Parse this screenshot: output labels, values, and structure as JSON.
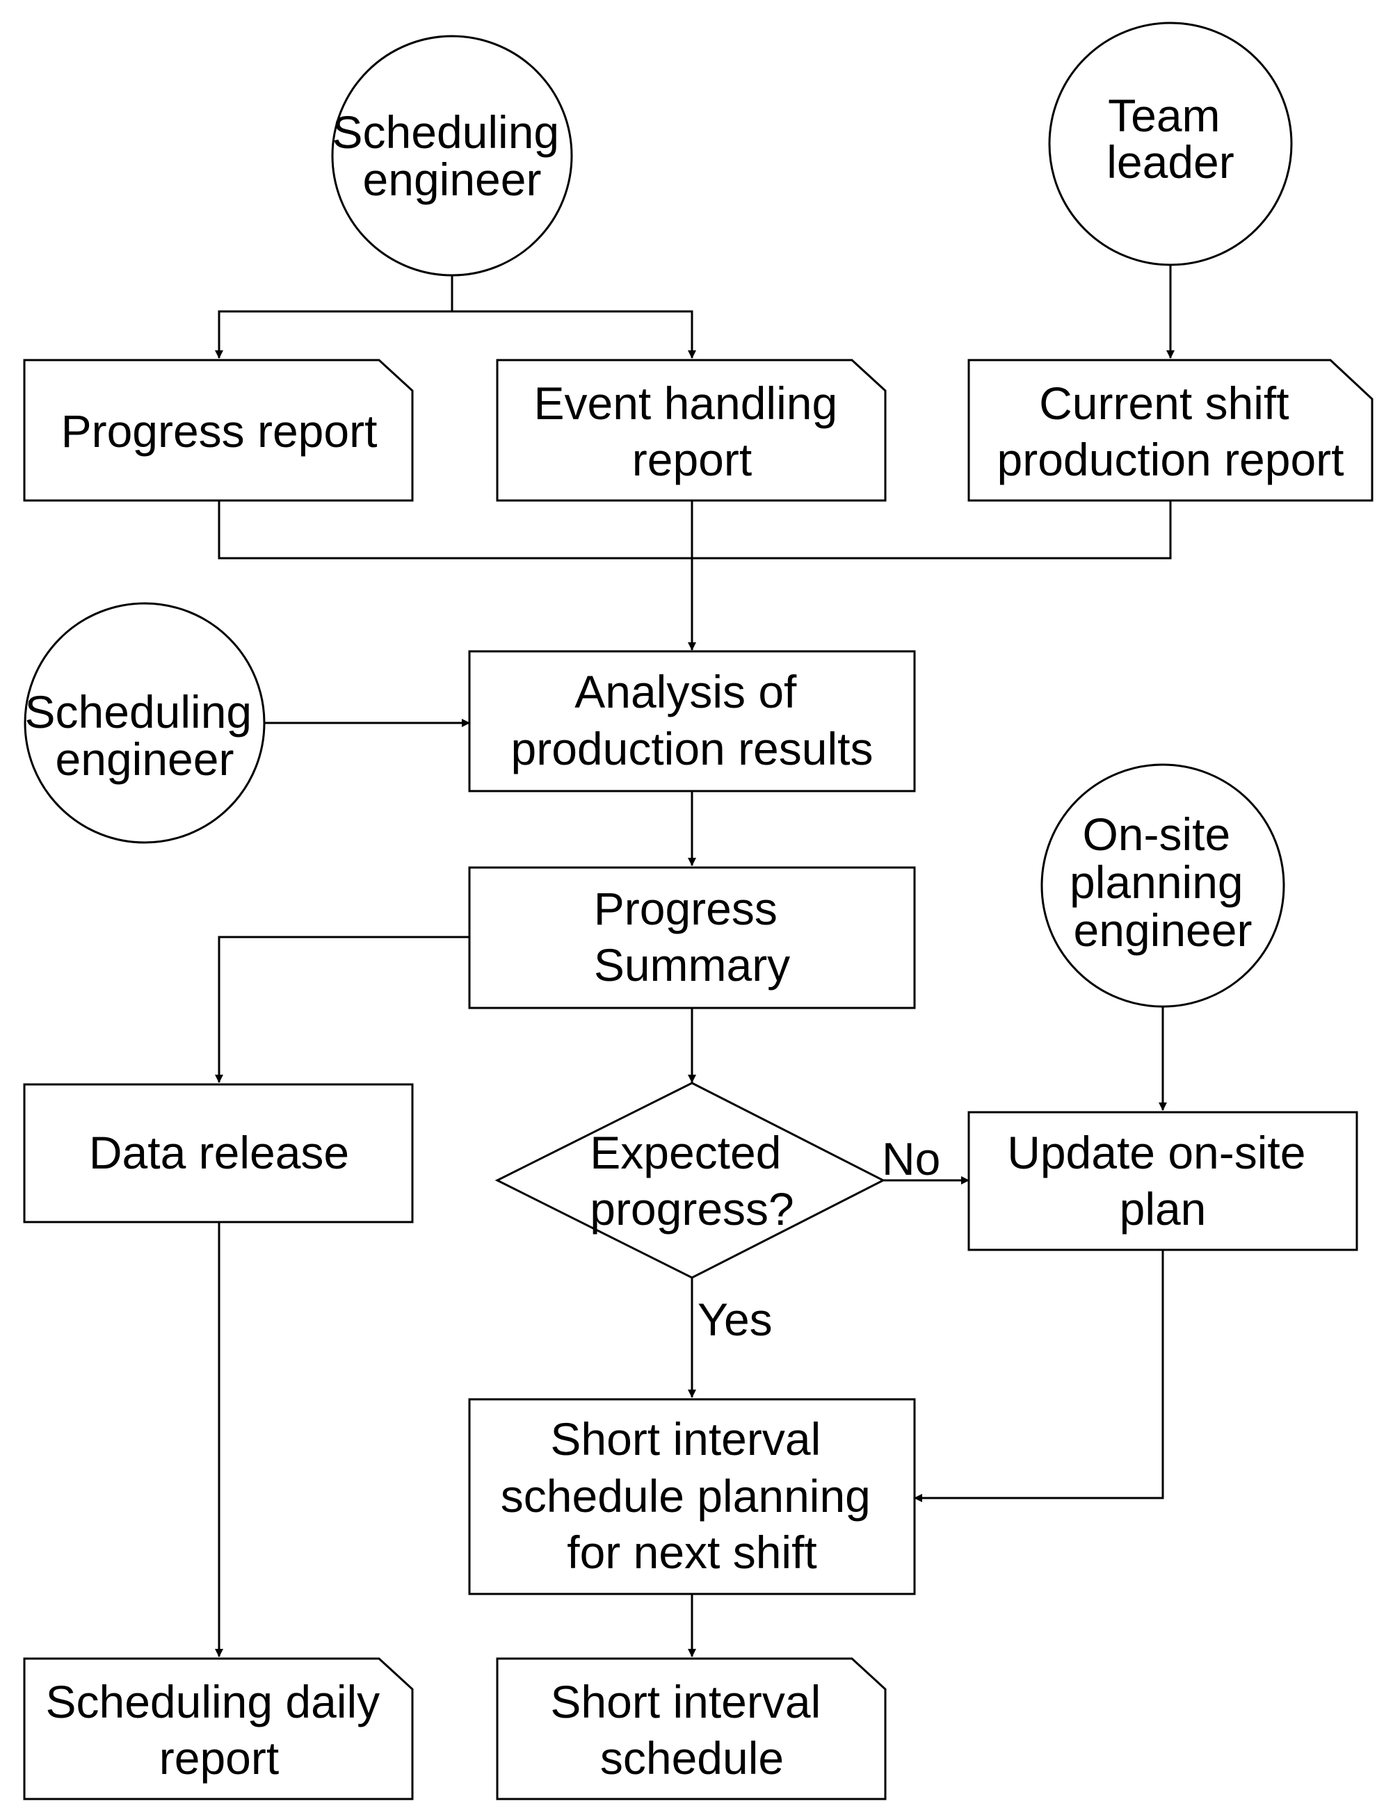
{
  "actors": {
    "scheduling_engineer_top": [
      "Scheduling",
      "engineer"
    ],
    "team_leader": [
      "Team",
      "leader"
    ],
    "scheduling_engineer_mid": [
      "Scheduling",
      "engineer"
    ],
    "onsite_planning_engineer": [
      "On-site",
      "planning",
      "engineer"
    ]
  },
  "documents": {
    "progress_report": [
      "Progress report"
    ],
    "event_handling_report": [
      "Event handling",
      "report"
    ],
    "current_shift_report": [
      "Current shift",
      "production report"
    ],
    "scheduling_daily_report": [
      "Scheduling daily",
      "report"
    ],
    "short_interval_schedule": [
      "Short interval",
      "schedule"
    ]
  },
  "processes": {
    "analysis": [
      "Analysis of",
      "production results"
    ],
    "progress_summary": [
      "Progress",
      "Summary"
    ],
    "data_release": [
      "Data release"
    ],
    "update_plan": [
      "Update on-site",
      "plan"
    ],
    "short_interval_planning": [
      "Short interval",
      "schedule planning",
      "for next shift"
    ]
  },
  "decision": {
    "text": [
      "Expected",
      "progress?"
    ],
    "no_label": "No",
    "yes_label": "Yes"
  }
}
